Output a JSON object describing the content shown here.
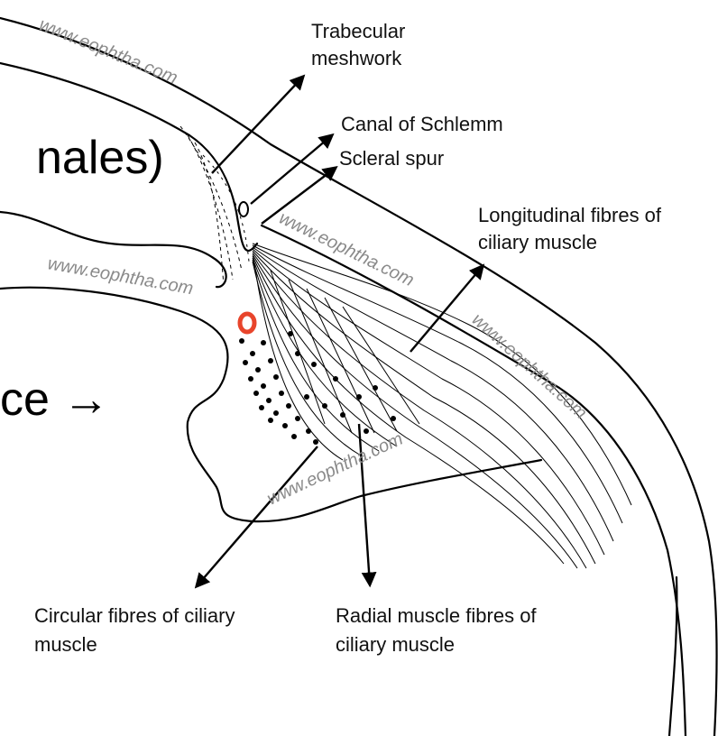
{
  "background_text": {
    "fragment_top": "nales)",
    "fragment_mid": "ce →"
  },
  "labels": {
    "trabecular_line1": "Trabecular",
    "trabecular_line2": "meshwork",
    "canal": "Canal of Schlemm",
    "scleral_spur": "Scleral spur",
    "longitudinal_line1": "Longitudinal fibres of",
    "longitudinal_line2": "ciliary muscle",
    "circular_line1": "Circular fibres of ciliary",
    "circular_line2": "muscle",
    "radial_line1": "Radial muscle fibres of",
    "radial_line2": "ciliary muscle"
  },
  "watermark": "www.eophtha.com",
  "colors": {
    "highlight_ring": "#e8452c",
    "line": "#000000",
    "watermark": "#8a8a8a"
  }
}
